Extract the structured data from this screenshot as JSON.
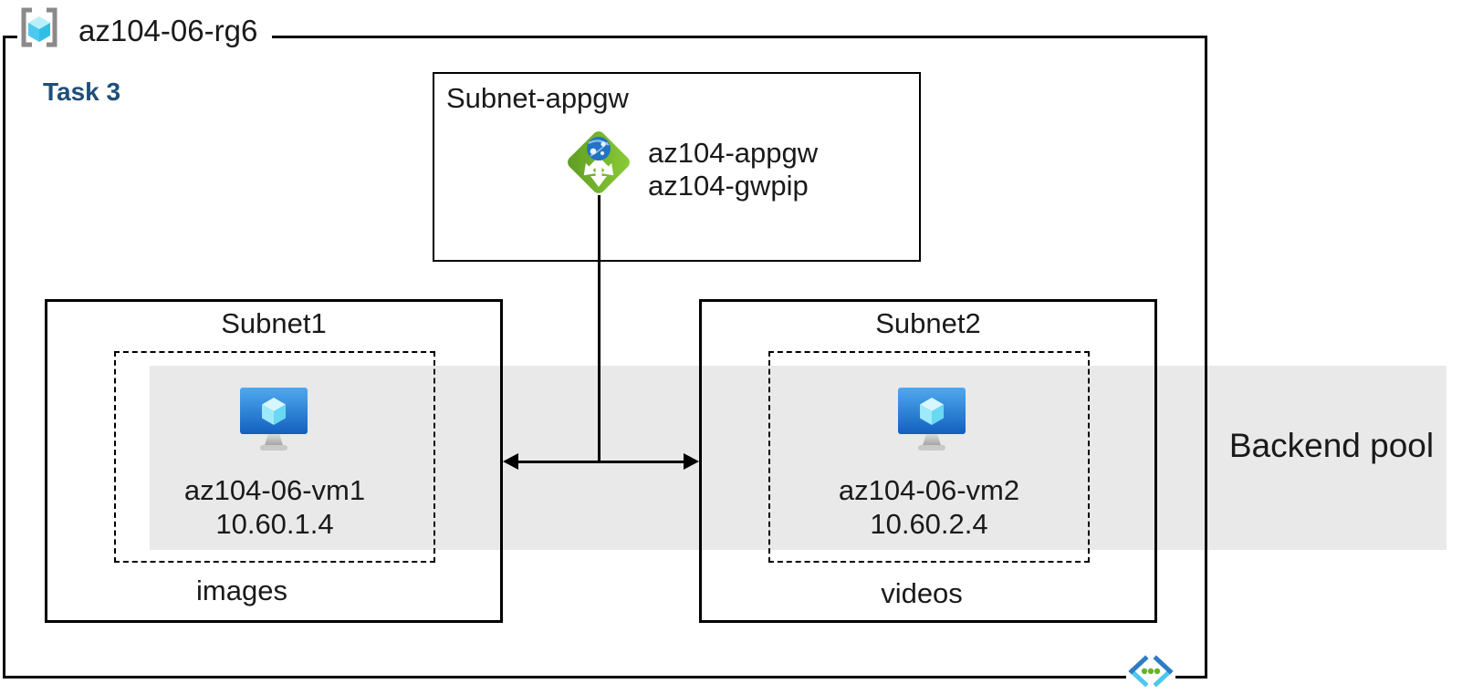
{
  "diagram": {
    "resource_group": "az104-06-rg6",
    "task": "Task 3",
    "backend_pool_label": "Backend pool",
    "appgw_box": {
      "title": "Subnet-appgw",
      "gateway_name": "az104-appgw",
      "public_ip_name": "az104-gwpip"
    },
    "subnet1": {
      "title": "Subnet1",
      "vm_name": "az104-06-vm1",
      "vm_ip": "10.60.1.4",
      "caption": "images"
    },
    "subnet2": {
      "title": "Subnet2",
      "vm_name": "az104-06-vm2",
      "vm_ip": "10.60.2.4",
      "caption": "videos"
    },
    "icons": {
      "resource_group": "resource-group-icon",
      "application_gateway": "application-gateway-icon",
      "virtual_machine": "virtual-machine-icon",
      "virtual_network": "virtual-network-icon"
    },
    "colors": {
      "backend_pool_band": "#E9E9E9",
      "task_text": "#1F4E79",
      "appgw_green": "#76BC2D",
      "vm_screen_blue": "#1B7CD8",
      "cube_cyan": "#50E6FF",
      "bracket_gray": "#8A8A8A",
      "vnet_blue": "#2E7CC3",
      "vnet_cyan": "#4EC7EE",
      "vnet_green": "#67B32E",
      "line_black": "#000000"
    }
  }
}
